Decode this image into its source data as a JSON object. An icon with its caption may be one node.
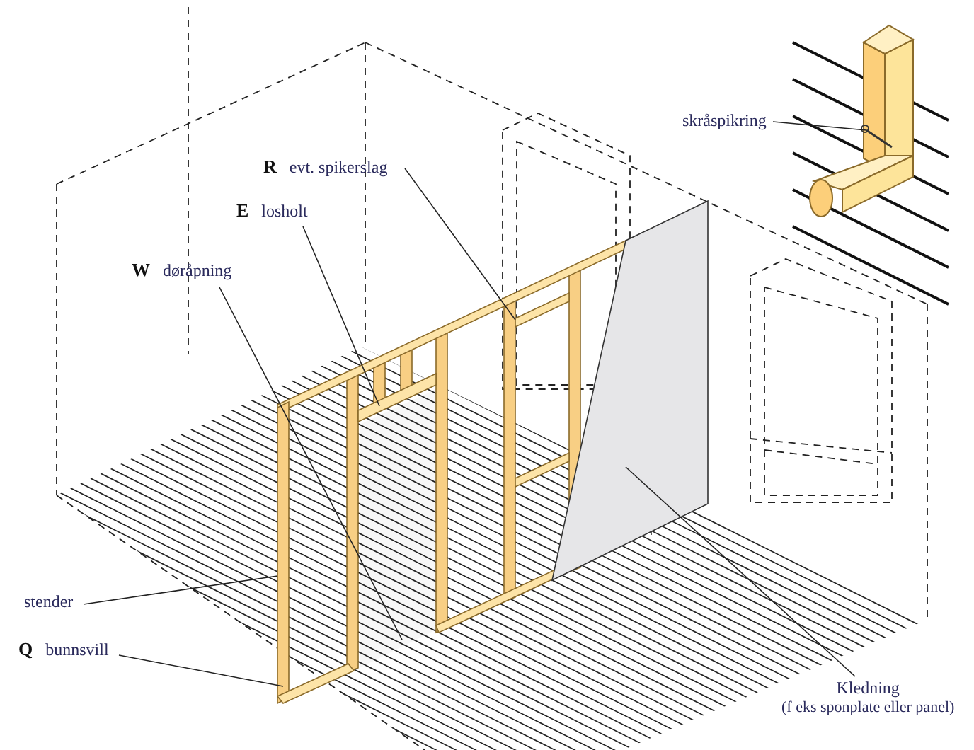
{
  "diagram": {
    "nodes": [
      {
        "text": [
          "skråspikring"
        ]
      },
      {
        "text": [
          "**R** evt. spikerslag"
        ]
      },
      {
        "text": [
          "**E** losholt"
        ]
      },
      {
        "text": [
          "**W** døråpning"
        ]
      },
      {
        "text": [
          "stender"
        ]
      },
      {
        "text": [
          "**Q** bunnsvill"
        ]
      },
      {
        "text": [
          "Kledning",
          "(f eks sponplate eller panel)"
        ]
      },
      {
        "text": [],
        "shape": "picture"
      },
      {
        "text": [],
        "shape": "bar"
      },
      {
        "text": [],
        "shape": "bar"
      },
      {
        "text": [],
        "shape": "box"
      },
      {
        "text": [],
        "shape": "bar"
      },
      {
        "text": [],
        "shape": "bar"
      },
      {
        "text": [],
        "shape": "box"
      }
    ],
    "edges": [
      {
        "from": 0,
        "to": 7,
        "arrow": "none"
      },
      {
        "from": 1,
        "to": 8,
        "arrow": "none"
      },
      {
        "from": 2,
        "to": 9,
        "arrow": "none"
      },
      {
        "from": 3,
        "to": 10,
        "arrow": "none"
      },
      {
        "from": 4,
        "to": 11,
        "arrow": "none"
      },
      {
        "from": 5,
        "to": 12,
        "arrow": "none"
      },
      {
        "from": 6,
        "to": 13,
        "arrow": "none"
      }
    ]
  }
}
